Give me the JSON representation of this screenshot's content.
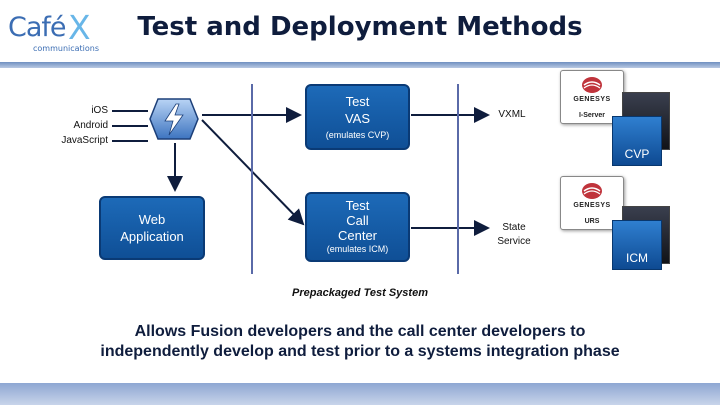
{
  "logo": {
    "brand": "Café",
    "x_mark": "X",
    "tagline": "communications"
  },
  "title": "Test and Deployment Methods",
  "clients": [
    "iOS",
    "Android",
    "JavaScript"
  ],
  "boxes": {
    "web_app": {
      "line1": "Web",
      "line2": "Application"
    },
    "vas": {
      "line1": "Test",
      "line2": "VAS",
      "sub": "(emulates CVP)"
    },
    "call_center": {
      "line1": "Test",
      "line2": "Call",
      "line3": "Center",
      "sub": "(emulates ICM)"
    }
  },
  "outputs": {
    "vxml": "VXML",
    "state_line1": "State",
    "state_line2": "Service"
  },
  "servers": {
    "cvp": {
      "vendor": "GENESYS",
      "component": "I-Server",
      "label": "CVP"
    },
    "icm": {
      "vendor": "GENESYS",
      "component": "URS",
      "label": "ICM"
    }
  },
  "caption": "Prepackaged Test System",
  "statement": {
    "line1": "Allows Fusion developers and the call center developers to",
    "line2": "independently develop and test prior to a systems integration phase"
  },
  "colors": {
    "accent_blue": "#1d6ab8",
    "title": "#0f1d3d",
    "divider": "#5a6aa8",
    "logo_x": "#68b6e8"
  }
}
